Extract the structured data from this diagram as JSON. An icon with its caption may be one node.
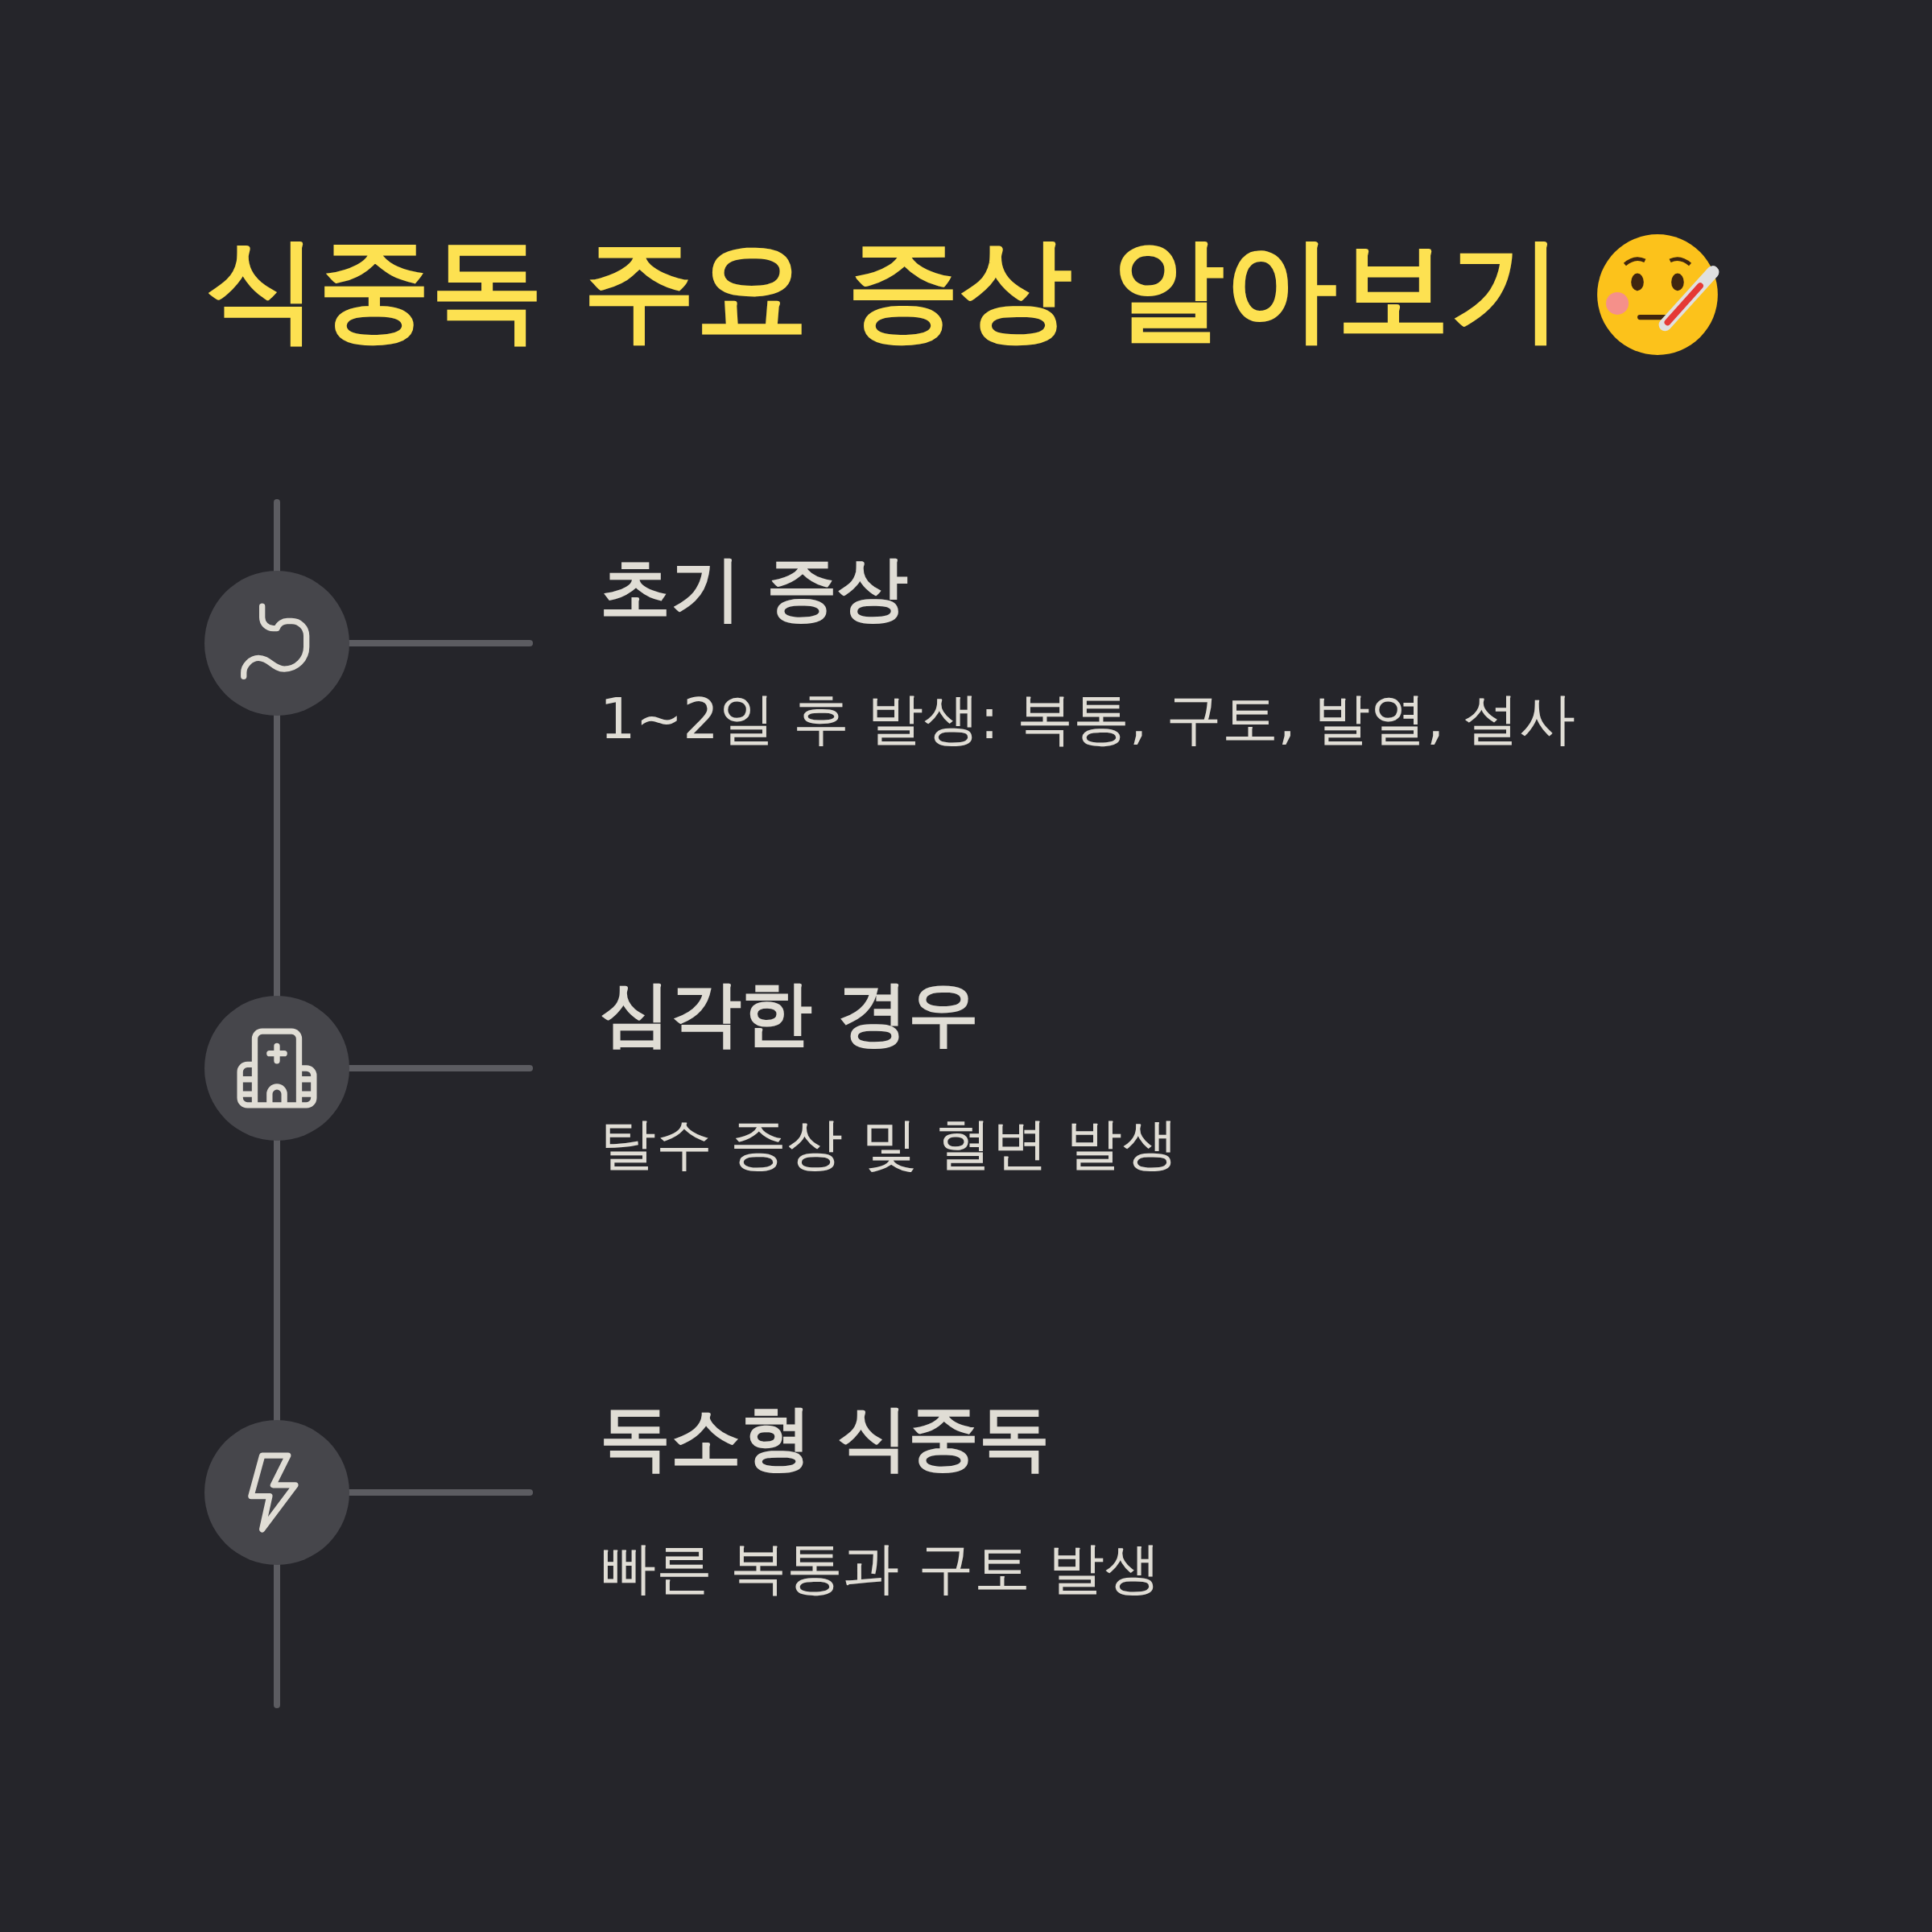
{
  "diagram": {
    "title": "식중독 주요 증상 알아보기",
    "nodes": [
      {
        "text": [],
        "shape": "circle"
      },
      {
        "text": [
          "초기 증상",
          "1~2일 후 발생: 복통, 구토, 발열, 설사"
        ]
      },
      {
        "text": [],
        "shape": "circle"
      },
      {
        "text": [
          "심각한 경우",
          "탈수 증상 및 혈변 발생"
        ]
      },
      {
        "text": [],
        "shape": "circle"
      },
      {
        "text": [
          "독소형 식중독",
          "빠른 복통과 구토 발생"
        ]
      }
    ],
    "edges": [
      {
        "from": 0,
        "to": 1,
        "arrow": "none"
      },
      {
        "from": 2,
        "to": 3,
        "arrow": "none"
      },
      {
        "from": 4,
        "to": 5,
        "arrow": "none"
      },
      {
        "from": 0,
        "to": 2,
        "arrow": "none"
      },
      {
        "from": 2,
        "to": 4,
        "arrow": "none"
      }
    ]
  }
}
